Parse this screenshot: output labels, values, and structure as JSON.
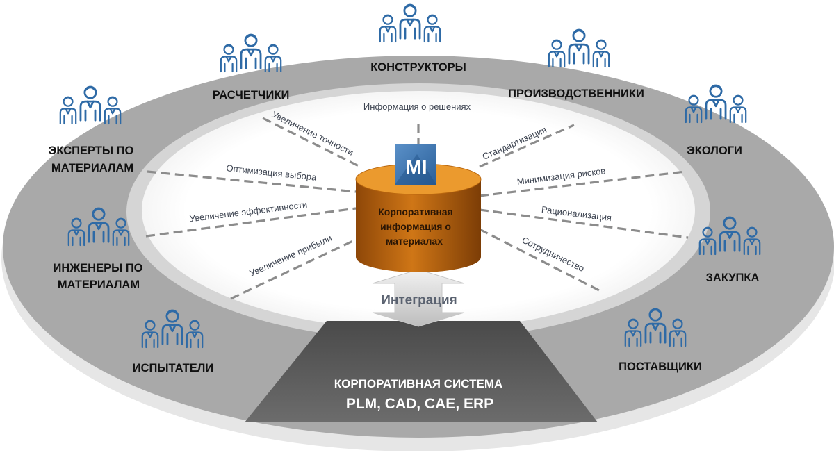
{
  "groups": {
    "konstruktory": "КОНСТРУКТОРЫ",
    "raschetchiki": "РАСЧЕТЧИКИ",
    "proizvodstvenniki": "ПРОИЗВОДСТВЕННИКИ",
    "eksperty_line1": "ЭКСПЕРТЫ ПО",
    "eksperty_line2": "МАТЕРИАЛАМ",
    "ekologi": "ЭКОЛОГИ",
    "inzhenery_line1": "ИНЖЕНЕРЫ ПО",
    "inzhenery_line2": "МАТЕРИАЛАМ",
    "zakupka": "ЗАКУПКА",
    "ispytateli": "ИСПЫТАТЕЛИ",
    "postavshchiki": "ПОСТАВЩИКИ"
  },
  "benefits": {
    "reshenia": "Информация о решениях",
    "tochnost": "Увеличение точности",
    "standart": "Стандартизация",
    "vybor": "Оптимизация выбора",
    "riski": "Минимизация рисков",
    "effekt": "Увеличение эффективности",
    "racional": "Рационализация",
    "pribyl": "Увеличение прибыли",
    "sotrud": "Сотрудничество"
  },
  "core": {
    "logo": "MI",
    "line1": "Корпоративная",
    "line2": "информация о",
    "line3": "материалах"
  },
  "integration": "Интеграция",
  "system": {
    "line1": "КОРПОРАТИВНАЯ СИСТЕМА",
    "line2": "PLM, CAD, CAE, ERP"
  },
  "colors": {
    "ring": "#a9a9a9",
    "cylinder": "#c86a12",
    "cylinder_top": "#eb9a2e",
    "icons": "#2e6aa6",
    "logo_bg": "#3d78b8"
  },
  "icon_name": "people-group-icon"
}
